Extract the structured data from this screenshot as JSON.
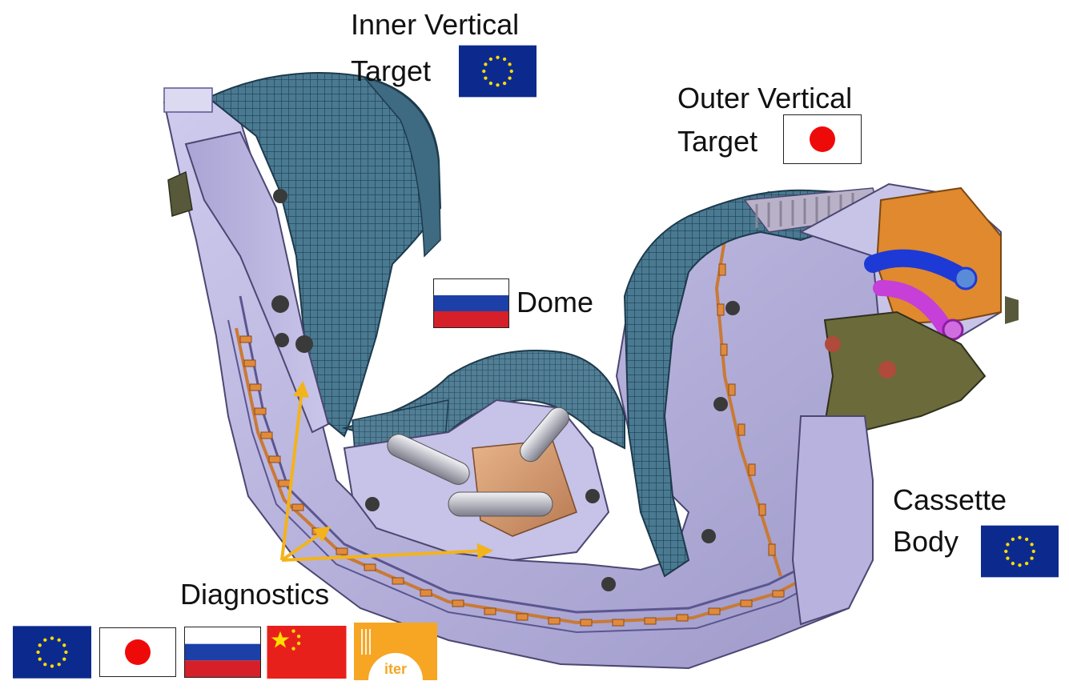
{
  "labels": {
    "inner_vertical_target": [
      "Inner Vertical",
      "Target"
    ],
    "outer_vertical_target": [
      "Outer Vertical",
      "Target"
    ],
    "dome": "Dome",
    "cassette_body": [
      "Cassette",
      "Body"
    ],
    "diagnostics": "Diagnostics",
    "iter_logo_text": "iter"
  },
  "colors": {
    "eu_blue": "#0c2a8e",
    "eu_gold": "#ffdd00",
    "japan_red": "#ef0a0a",
    "russia_blue": "#1c3fa8",
    "russia_red": "#d5202a",
    "china_red": "#e8201c",
    "china_gold": "#ffde00",
    "iter_orange": "#f6a623",
    "arrow_gold": "#f3b31b",
    "body_lavender": "#b9b5e0",
    "tile_teal": "#3d6e86",
    "copper_pipe": "#d4893a",
    "manifold_orange": "#e0892e",
    "olive_bracket": "#6b6a3a"
  },
  "icons": [
    "eu-flag-icon",
    "japan-flag-icon",
    "russia-flag-icon",
    "china-flag-icon",
    "iter-logo-icon"
  ]
}
